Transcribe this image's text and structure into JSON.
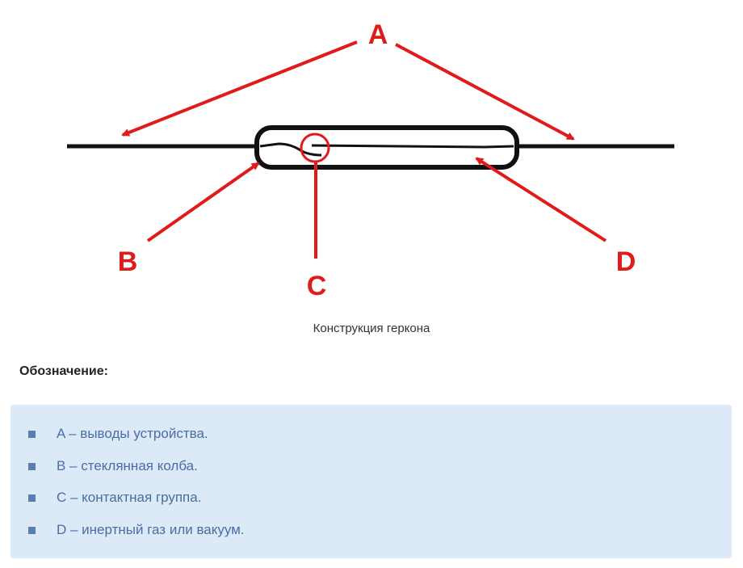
{
  "figure": {
    "labels": {
      "a": "A",
      "b": "B",
      "c": "C",
      "d": "D"
    },
    "caption": "Конструкция геркона",
    "colors": {
      "annotation": "#e01b1b",
      "wire": "#111111"
    }
  },
  "legend": {
    "heading": "Обозначение:",
    "items": [
      {
        "text": "A – выводы устройства."
      },
      {
        "text": "B – стеклянная колба."
      },
      {
        "text": "C – контактная группа."
      },
      {
        "text": "D – инертный газ или вакуум."
      }
    ]
  }
}
